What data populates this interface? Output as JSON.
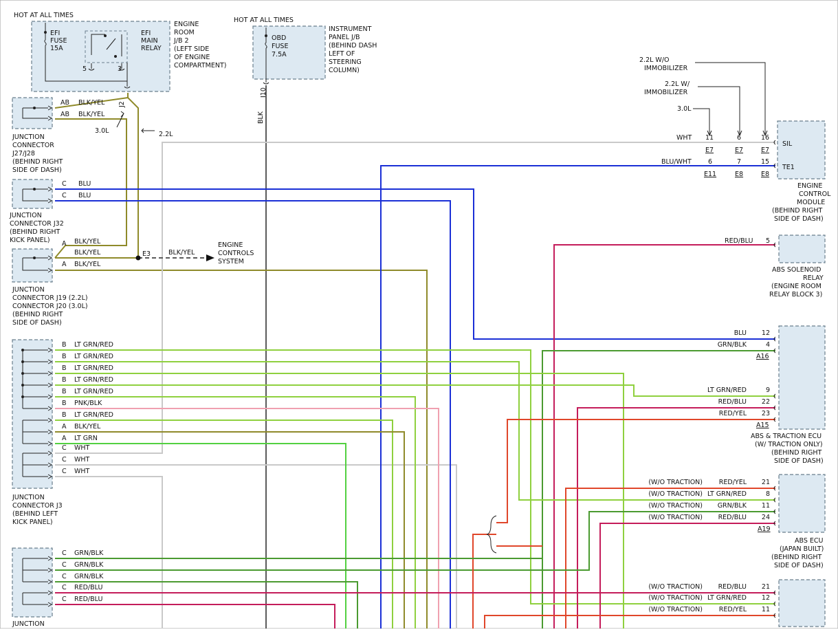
{
  "colors": {
    "blk": "#5a5a5a",
    "blk_yel": "#8f8a2a",
    "blu": "#1a2fd6",
    "lt_grn_red": "#8fd03e",
    "grn_blk": "#4a9a30",
    "pnk_blk": "#f0a0b0",
    "lt_grn": "#52d040",
    "wht": "#c9c9c9",
    "red_blu": "#c41c5a",
    "red_yel": "#e0462a",
    "highlight": "#f4ec1a",
    "box_fill": "#dde9f2"
  },
  "top": {
    "hot1": "HOT AT ALL TIMES",
    "efi_fuse": [
      "EFI",
      "FUSE",
      "15A"
    ],
    "efi_relay": [
      "EFI",
      "MAIN",
      "RELAY"
    ],
    "relay_pins": [
      "5",
      "3"
    ],
    "engine_room": [
      "ENGINE",
      "ROOM",
      "J/B 2",
      "(LEFT SIDE",
      "OF ENGINE",
      "COMPARTMENT)"
    ],
    "j2": "J2",
    "hot2": "HOT AT ALL TIMES",
    "obd_fuse": [
      "OBD",
      "FUSE",
      "7.5A"
    ],
    "instrument_panel": [
      "INSTRUMENT",
      "PANEL J/B",
      "(BEHIND DASH",
      "LEFT OF",
      "STEERING",
      "COLUMN)"
    ],
    "j10": "J10",
    "blk": "BLK"
  },
  "junction1": {
    "pins": [
      "AB",
      "AB"
    ],
    "wires": [
      "BLK/YEL",
      "BLK/YEL"
    ],
    "label": [
      "JUNCTION",
      "CONNECTOR",
      "J27/J28",
      "(BEHIND RIGHT",
      "SIDE OF DASH)"
    ],
    "variant_30": "3.0L",
    "variant_22": "2.2L"
  },
  "junction2": {
    "pins": [
      "C",
      "C"
    ],
    "wires": [
      "BLU",
      "BLU"
    ],
    "label": [
      "JUNCTION",
      "CONNECTOR J32",
      "(BEHIND RIGHT",
      "KICK PANEL)"
    ]
  },
  "junction3": {
    "pins": [
      "A",
      "",
      "A"
    ],
    "wires": [
      "BLK/YEL",
      "BLK/YEL",
      "BLK/YEL"
    ],
    "e3": "E3",
    "e3_wire": "BLK/YEL",
    "engine_controls": [
      "ENGINE",
      "CONTROLS",
      "SYSTEM"
    ],
    "label": [
      "JUNCTION",
      "CONNECTOR J19 (2.2L)",
      "CONNECTOR J20 (3.0L)",
      "(BEHIND RIGHT",
      "SIDE OF DASH)"
    ]
  },
  "junction4": {
    "pins": [
      "B",
      "B",
      "B",
      "B",
      "B",
      "B",
      "B",
      "A",
      "A",
      "C",
      "C",
      "C"
    ],
    "wires": [
      "LT GRN/RED",
      "LT GRN/RED",
      "LT GRN/RED",
      "LT GRN/RED",
      "LT GRN/RED",
      "PNK/BLK",
      "LT GRN/RED",
      "BLK/YEL",
      "LT GRN",
      "WHT",
      "WHT",
      "WHT"
    ],
    "label": [
      "JUNCTION",
      "CONNECTOR J3",
      "(BEHIND LEFT",
      "KICK PANEL)"
    ]
  },
  "junction5": {
    "pins": [
      "C",
      "C",
      "C",
      "C",
      "C"
    ],
    "wires": [
      "GRN/BLK",
      "GRN/BLK",
      "GRN/BLK",
      "RED/BLU",
      "RED/BLU"
    ],
    "label": [
      "JUNCTION"
    ]
  },
  "ecm": {
    "variants": [
      "2.2L W/O",
      "IMMOBILIZER",
      "2.2L W/",
      "IMMOBILIZER",
      "3.0L"
    ],
    "row1_wire": "WHT",
    "row1_pins": [
      "11",
      "6",
      "16"
    ],
    "row1_conn": [
      "E7",
      "E7",
      "E7"
    ],
    "row2_wire": "BLU/WHT",
    "row2_pins": [
      "6",
      "7",
      "15"
    ],
    "row2_conn": [
      "E11",
      "E8",
      "E8"
    ],
    "sil": "SIL",
    "te1": "TE1",
    "label": [
      "ENGINE",
      "CONTROL",
      "MODULE",
      "(BEHIND RIGHT",
      "SIDE OF DASH)"
    ]
  },
  "abs_relay": {
    "wire": "RED/BLU",
    "pin": "5",
    "label": [
      "ABS SOLENOID",
      "RELAY",
      "(ENGINE ROOM",
      "RELAY BLOCK 3)"
    ]
  },
  "abs_traction": {
    "rows": [
      {
        "wire": "BLU",
        "pin": "12"
      },
      {
        "wire": "GRN/BLK",
        "pin": "4"
      },
      {
        "wire": "LT GRN/RED",
        "pin": "9"
      },
      {
        "wire": "RED/BLU",
        "pin": "22"
      },
      {
        "wire": "RED/YEL",
        "pin": "23"
      }
    ],
    "conn_a": "A16",
    "conn_b": "A15",
    "label": [
      "ABS & TRACTION ECU",
      "(W/ TRACTION ONLY)",
      "(BEHIND RIGHT",
      "SIDE OF DASH)"
    ]
  },
  "abs_japan": {
    "rows": [
      {
        "note": "(W/O TRACTION)",
        "wire": "RED/YEL",
        "pin": "21"
      },
      {
        "note": "(W/O TRACTION)",
        "wire": "LT GRN/RED",
        "pin": "8"
      },
      {
        "note": "(W/O TRACTION)",
        "wire": "GRN/BLK",
        "pin": "11"
      },
      {
        "note": "(W/O TRACTION)",
        "wire": "RED/BLU",
        "pin": "24"
      }
    ],
    "conn": "A19",
    "label": [
      "ABS ECU",
      "(JAPAN BUILT)",
      "(BEHIND RIGHT",
      "SIDE OF DASH)"
    ]
  },
  "abs_bottom": {
    "rows": [
      {
        "note": "(W/O TRACTION)",
        "wire": "RED/BLU",
        "pin": "21"
      },
      {
        "note": "(W/O TRACTION)",
        "wire": "LT GRN/RED",
        "pin": "12"
      },
      {
        "note": "(W/O TRACTION)",
        "wire": "RED/YEL",
        "pin": "11"
      }
    ]
  }
}
